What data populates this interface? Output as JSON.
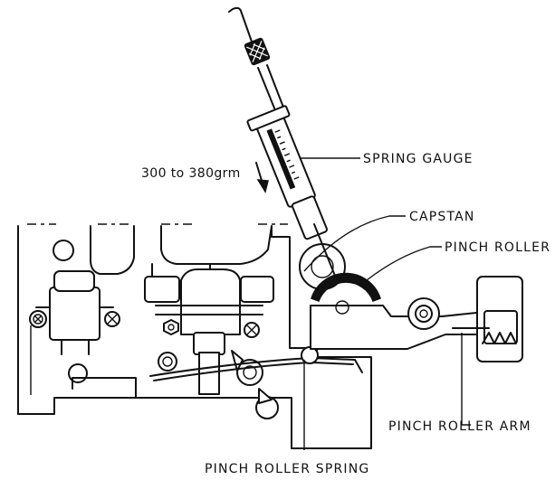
{
  "labels": {
    "force": "300 to 380grm",
    "spring_gauge": "SPRING GAUGE",
    "capstan": "CAPSTAN",
    "pinch_roller": "PINCH ROLLER",
    "pinch_roller_arm": "PINCH ROLLER ARM",
    "pinch_roller_spring": "PINCH ROLLER SPRING"
  }
}
